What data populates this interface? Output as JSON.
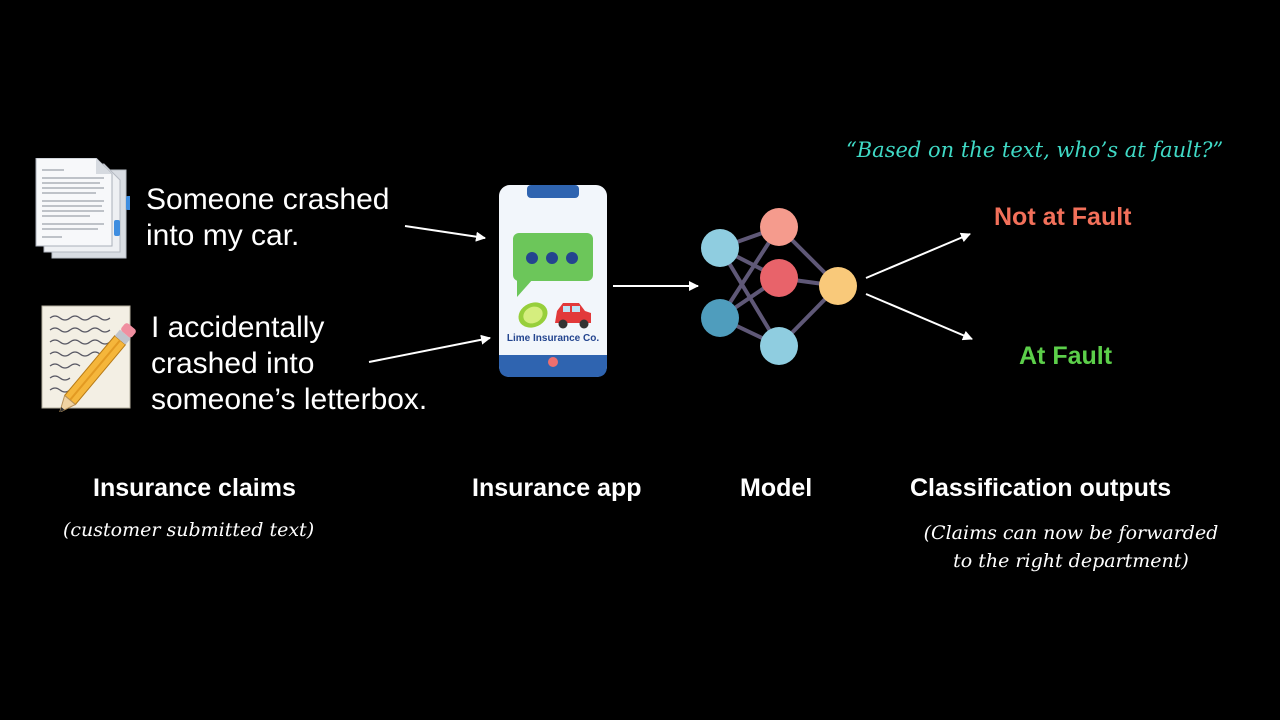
{
  "claims": [
    {
      "lines": [
        "Someone crashed",
        "into my car."
      ]
    },
    {
      "lines": [
        "I accidentally",
        "crashed into",
        "someone’s letterbox."
      ]
    }
  ],
  "icons": {
    "claim1": "document-pages-icon",
    "claim2": "handwritten-letter-pencil-icon",
    "app": "smartphone-icon",
    "chat": "chat-bubble-icon",
    "brand": "lime-and-car-icon",
    "model": "neural-network-icon"
  },
  "app": {
    "company": "Lime Insurance Co."
  },
  "question": "“Based on the text, who’s at fault?”",
  "outputs": [
    {
      "label": "Not at Fault",
      "color": "#f2705a"
    },
    {
      "label": "At Fault",
      "color": "#5ccf4a"
    }
  ],
  "labels": {
    "claims": "Insurance claims",
    "claims_sub": "(customer submitted text)",
    "app": "Insurance app",
    "model": "Model",
    "outputs": "Classification outputs",
    "outputs_sub_lines": [
      "(Claims can now be forwarded",
      "to the right department)"
    ]
  },
  "colors": {
    "background": "#000000",
    "phone_body": "#f2f6fb",
    "phone_frame": "#2f64b0",
    "chat_bubble": "#6cc65a",
    "node_blue": "#8fcde0",
    "node_dark_blue": "#4f9dbd",
    "node_pink": "#f59b8d",
    "node_red": "#e8636a",
    "node_yellow": "#f9c97a",
    "edges": "#5f5877",
    "question": "#3fd9c5"
  }
}
